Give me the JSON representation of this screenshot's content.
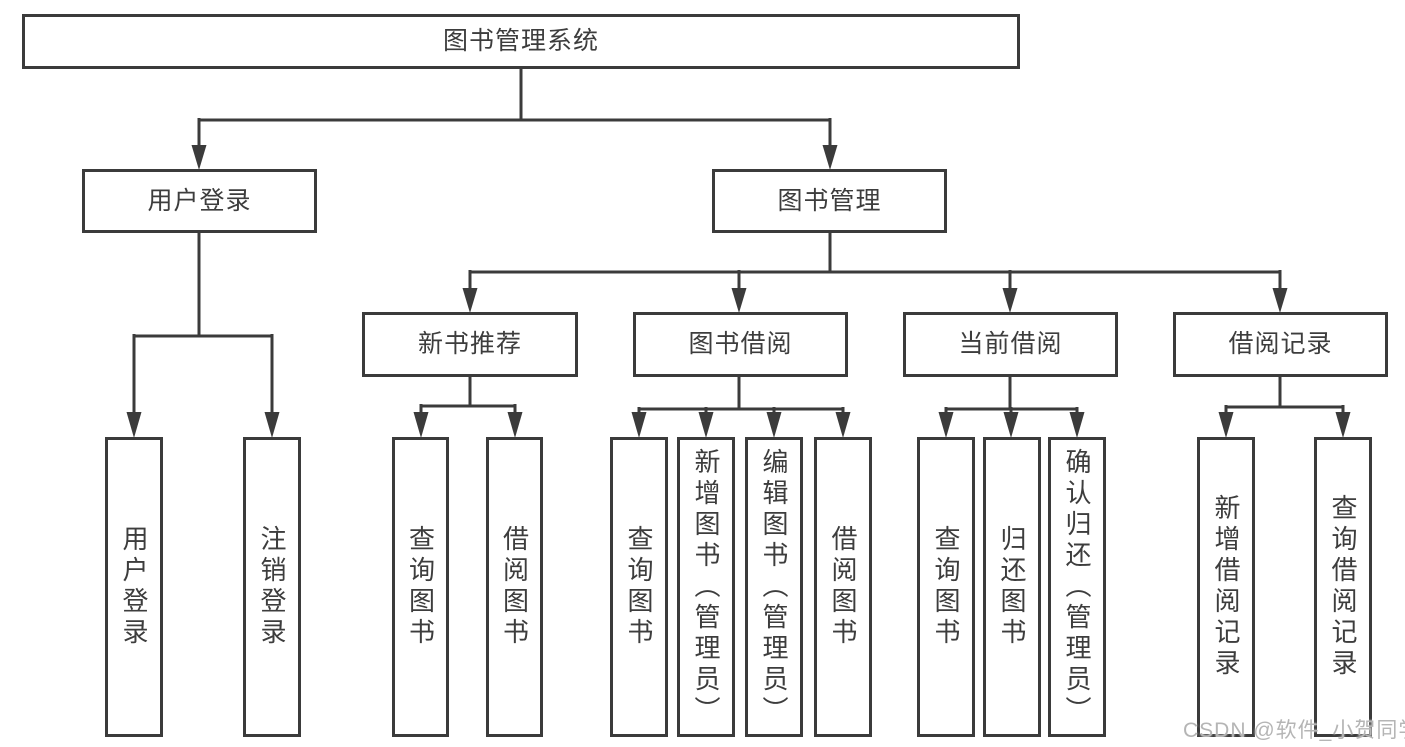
{
  "colors": {
    "line": "#3b3b3b",
    "text": "#3d3d3d",
    "background": "#ffffff",
    "watermark": "#b5b5b5"
  },
  "tree": {
    "root": "图书管理系统",
    "user_login": {
      "label": "用户登录",
      "children": [
        "用户登录",
        "注销登录"
      ]
    },
    "book_management": {
      "label": "图书管理",
      "sections": [
        {
          "label": "新书推荐",
          "children": [
            "查询图书",
            "借阅图书"
          ]
        },
        {
          "label": "图书借阅",
          "children": [
            "查询图书",
            "新增图书（管理员）",
            "编辑图书（管理员）",
            "借阅图书"
          ]
        },
        {
          "label": "当前借阅",
          "children": [
            "查询图书",
            "归还图书",
            "确认归还（管理员）"
          ]
        },
        {
          "label": "借阅记录",
          "children": [
            "新增借阅记录",
            "查询借阅记录"
          ]
        }
      ]
    }
  },
  "watermark": "CSDN @软件_小贺同学"
}
